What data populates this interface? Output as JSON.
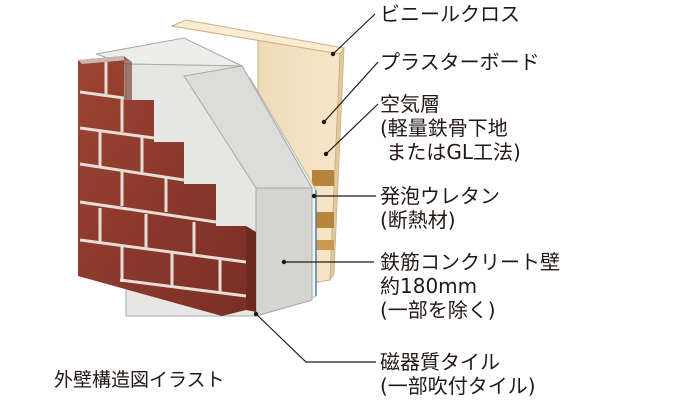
{
  "caption": "外壁構造図イラスト",
  "colors": {
    "brick": "#8e3a2c",
    "brick_light": "#a04535",
    "mortar": "#e6e1da",
    "concrete": "#e4e4e2",
    "concrete_side": "#d2d2d0",
    "board": "#f2e0be",
    "board_edge": "#d9bf94",
    "stud": "#b9893c",
    "leader": "#231815"
  },
  "labels": [
    {
      "id": "vinyl-cloth",
      "lines": [
        "ビニールクロス"
      ]
    },
    {
      "id": "plaster-board",
      "lines": [
        "プラスターボード"
      ]
    },
    {
      "id": "air-layer",
      "lines": [
        "空気層",
        "(軽量鉄骨下地",
        " またはGL工法)"
      ]
    },
    {
      "id": "urethane-foam",
      "lines": [
        "発泡ウレタン",
        "(断熱材)"
      ]
    },
    {
      "id": "rc-wall",
      "lines": [
        "鉄筋コンクリート壁",
        "約180mm",
        "(一部を除く)"
      ]
    },
    {
      "id": "porcelain-tile",
      "lines": [
        "磁器質タイル",
        "(一部吹付タイル)"
      ]
    }
  ]
}
